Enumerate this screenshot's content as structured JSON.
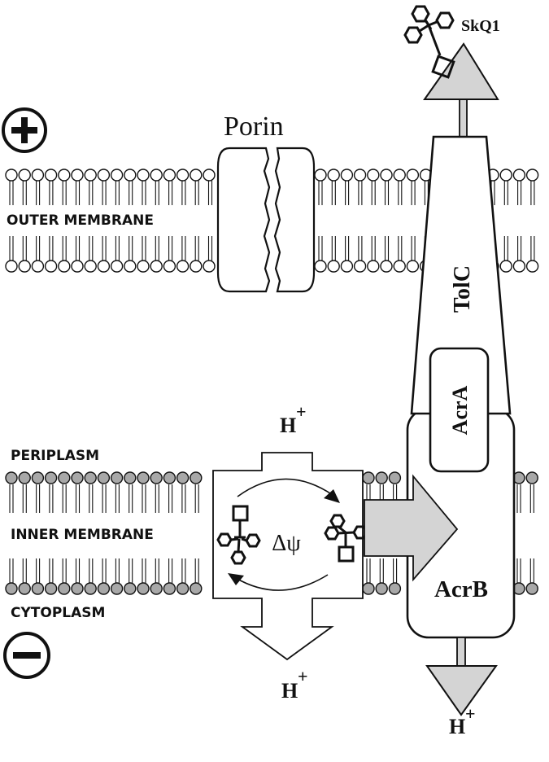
{
  "labels": {
    "porin": "Porin",
    "outer_membrane": "OUTER MEMBRANE",
    "periplasm": "PERIPLASM",
    "inner_membrane": "INNER MEMBRANE",
    "cytoplasm": "CYTOPLASM",
    "tolc": "TolC",
    "acra": "AcrA",
    "acrb": "AcrB",
    "skq1": "SkQ1",
    "delta_psi": "Δψ",
    "proton": "H",
    "proton_charge": "+"
  },
  "signs": {
    "outside": "+",
    "inside": "−"
  },
  "colors": {
    "membrane_head_outer": "#ffffff",
    "membrane_head_inner": "#a8a8a8",
    "arrow_fill": "#d4d4d4",
    "stroke": "#111111"
  }
}
